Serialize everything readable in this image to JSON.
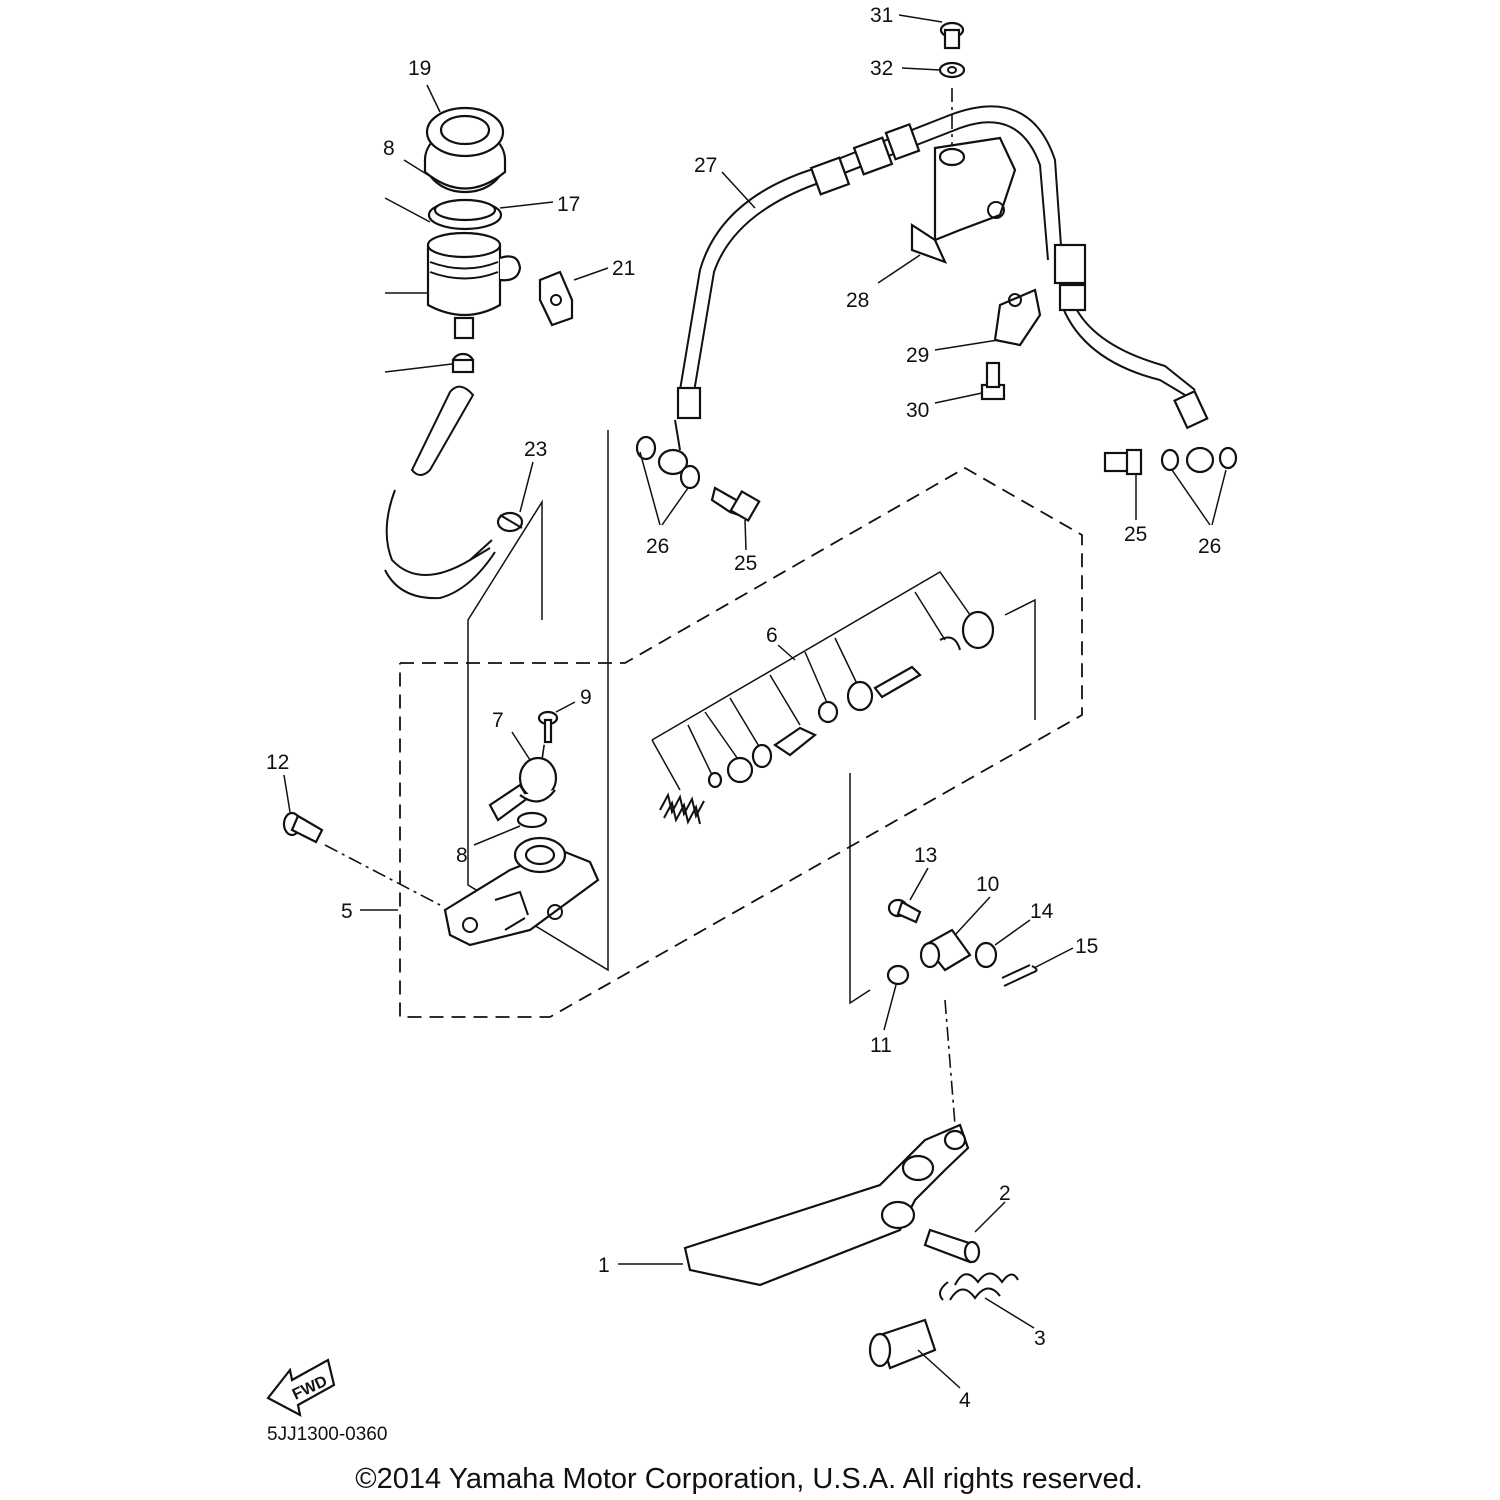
{
  "diagram": {
    "drawing_number": "5JJ1300-0360",
    "copyright": "©2014 Yamaha Motor Corporation, U.S.A. All rights reserved.",
    "fwd_label": "FWD",
    "callouts": {
      "c1": "1",
      "c2": "2",
      "c3": "3",
      "c4": "4",
      "c5": "5",
      "c6": "6",
      "c7": "7",
      "c8a": "8",
      "c8b": "8",
      "c9": "9",
      "c10": "10",
      "c11": "11",
      "c12": "12",
      "c13": "13",
      "c14": "14",
      "c15": "15",
      "c17": "17",
      "c19": "19",
      "c21": "21",
      "c23": "23",
      "c25a": "25",
      "c25b": "25",
      "c26a": "26",
      "c26b": "26",
      "c27": "27",
      "c28": "28",
      "c29": "29",
      "c30": "30",
      "c31": "31",
      "c32": "32"
    }
  }
}
